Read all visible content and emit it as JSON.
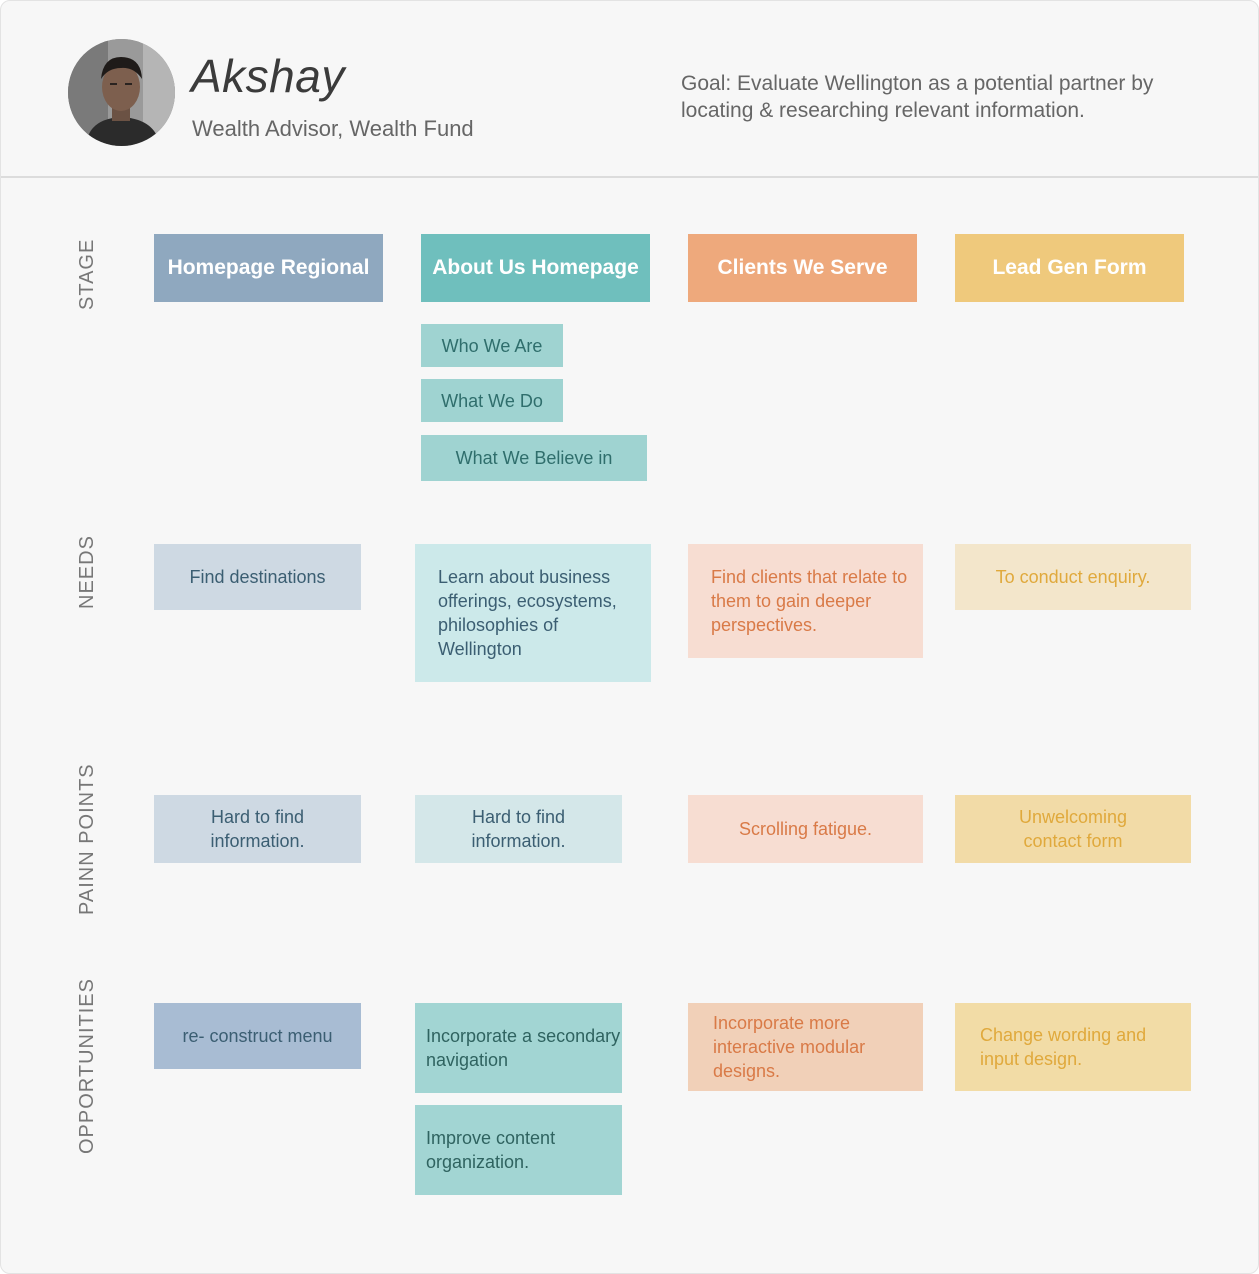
{
  "persona": {
    "name": "Akshay",
    "role": "Wealth Advisor, Wealth Fund",
    "goal": "Goal: Evaluate Wellington as a potential partner by locating & researching relevant information."
  },
  "row_labels": {
    "stage": "STAGE",
    "needs": "NEEDS",
    "pain_points": "PAINN POINTS",
    "opportunities": "OPPORTUNITIES"
  },
  "stages": [
    {
      "label": "Homepage Regional"
    },
    {
      "label": "About Us Homepage"
    },
    {
      "label": "Clients We Serve"
    },
    {
      "label": "Lead Gen Form"
    }
  ],
  "about_subpages": [
    "Who We Are",
    "What We Do",
    "What We Believe in"
  ],
  "needs": [
    "Find destinations",
    "Learn about business offerings, ecosystems, philosophies of Wellington",
    "Find clients that relate to them to gain deeper perspectives.",
    "To conduct enquiry."
  ],
  "pain_points": [
    "Hard to find information.",
    "Hard to find information.",
    "Scrolling fatigue.",
    "Unwelcoming contact form"
  ],
  "opportunities": [
    [
      "re- construct menu"
    ],
    [
      "Incorporate a secondary navigation",
      "Improve content organization."
    ],
    [
      "Incorporate more interactive modular designs."
    ],
    [
      "Change wording and input design."
    ]
  ],
  "colors": {
    "stage": [
      "#8fa8bf",
      "#6fbfbd",
      "#eea97c",
      "#efc97c"
    ],
    "needs_bg": [
      "#ced9e3",
      "#cce9ea",
      "#f7ddd2",
      "#f3e6cb"
    ],
    "needs_text": [
      "#3b5e72",
      "#3b5e72",
      "#d97a47",
      "#e0a93c"
    ],
    "pain_bg": [
      "#ced9e3",
      "#d4e7e9",
      "#f7ddd2",
      "#f2dba7"
    ],
    "pain_text": [
      "#3b5e72",
      "#3b5e72",
      "#d97a47",
      "#e0a93c"
    ],
    "opp_bg": [
      "#a8bcd3",
      "#a2d5d3",
      "#f1d0b8",
      "#f2dca6"
    ],
    "opp_text": [
      "#3b5e72",
      "#3b5e72",
      "#d97a47",
      "#e0a93c"
    ]
  }
}
